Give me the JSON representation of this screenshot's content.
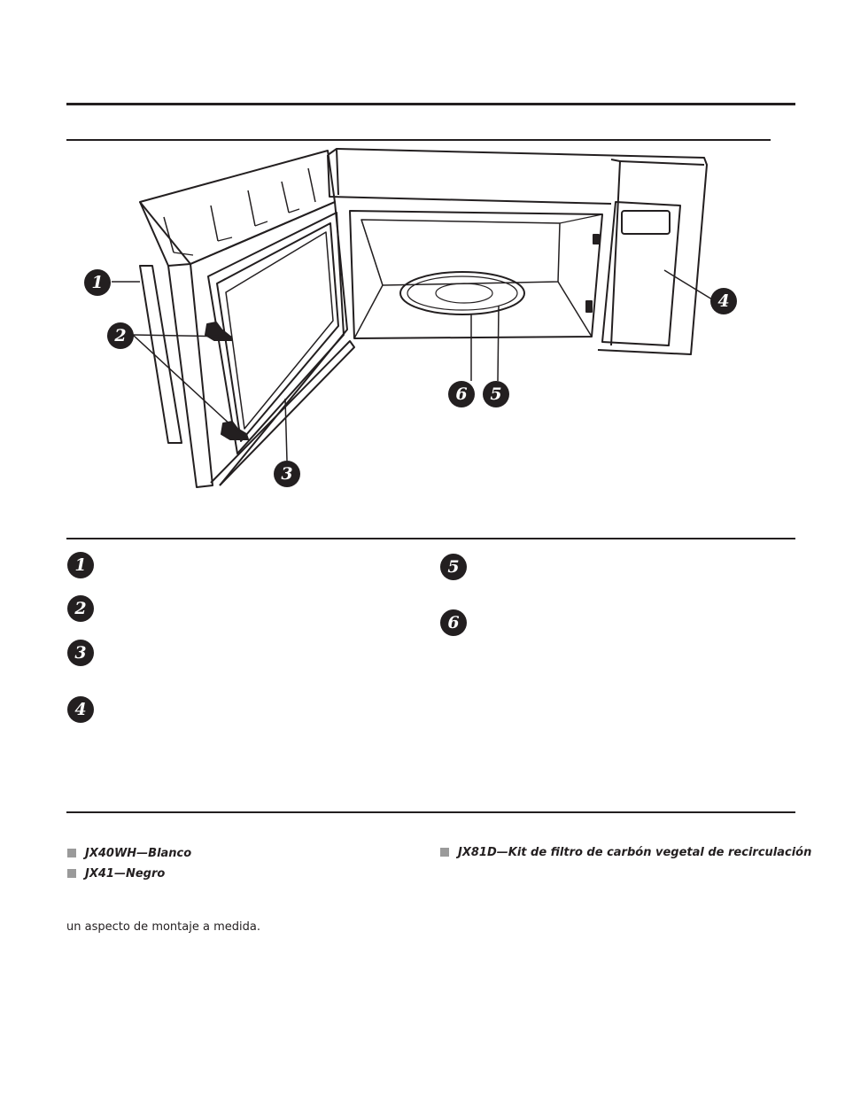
{
  "diagram": {
    "callouts": [
      "1",
      "2",
      "3",
      "4",
      "5",
      "6"
    ]
  },
  "legend": {
    "left": [
      "1",
      "2",
      "3",
      "4"
    ],
    "right": [
      "5",
      "6"
    ]
  },
  "accessories": {
    "left_items": [
      "JX40WH—Blanco",
      "JX41—Negro"
    ],
    "right_items": [
      "JX81D—Kit de filtro de carbón vegetal de recirculación"
    ]
  },
  "footer_text": "un aspecto de montaje a medida.",
  "colors": {
    "ink": "#231f20",
    "bullet": "#9a9a9a"
  }
}
